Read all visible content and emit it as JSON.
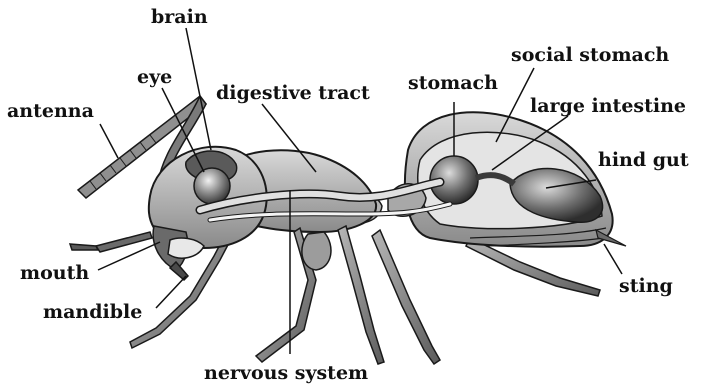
{
  "diagram": {
    "labels": {
      "brain": "brain",
      "eye": "eye",
      "antenna": "antenna",
      "digestive_tract": "digestive tract",
      "stomach": "stomach",
      "social_stomach": "social stomach",
      "large_intestine": "large intestine",
      "hind_gut": "hind gut",
      "mouth": "mouth",
      "mandible": "mandible",
      "sting": "sting",
      "nervous_system": "nervous system"
    },
    "colors": {
      "outline": "#1a1a1a",
      "body_light": "#c8c8c8",
      "body_mid": "#8e8e8e",
      "body_dark": "#4a4a4a",
      "organ_light": "#e6e6e6",
      "background": "#ffffff"
    }
  }
}
